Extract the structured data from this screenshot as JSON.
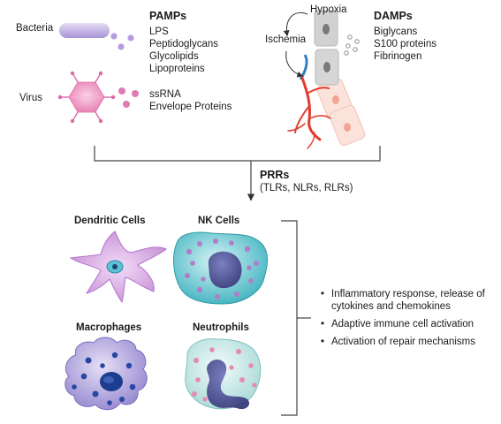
{
  "sources": {
    "bacteria_label": "Bacteria",
    "virus_label": "Virus",
    "pamps_title": "PAMPs",
    "pamps_bacteria_items": [
      "LPS",
      "Peptidoglycans",
      "Glycolipids",
      "Lipoproteins"
    ],
    "pamps_virus_items": [
      "ssRNA",
      "Envelope Proteins"
    ],
    "hypoxia_label": "Hypoxia",
    "ischemia_label": "Ischemia",
    "damps_title": "DAMPs",
    "damps_items": [
      "Biglycans",
      "S100 proteins",
      "Fibrinogen"
    ]
  },
  "receptors": {
    "title": "PRRs",
    "subtitle": "(TLRs, NLRs, RLRs)"
  },
  "cells": {
    "dendritic": "Dendritic Cells",
    "nk": "NK Cells",
    "macrophages": "Macrophages",
    "neutrophils": "Neutrophils"
  },
  "outcomes": [
    {
      "line1": "Inflammatory response, release of",
      "line2": "cytokines and chemokines"
    },
    {
      "line1": "Adaptive immune cell activation",
      "line2": ""
    },
    {
      "line1": "Activation of repair mechanisms",
      "line2": ""
    }
  ],
  "colors": {
    "bacteria": "#b9a7dc",
    "virus": "#e98bbb",
    "dendritic": "#d9a9e4",
    "nk": "#5fc5cf",
    "macrophage": "#a69ad8",
    "neutrophil": "#c9e9e8",
    "vessel": "#e23b2e",
    "connector": "#444444"
  }
}
